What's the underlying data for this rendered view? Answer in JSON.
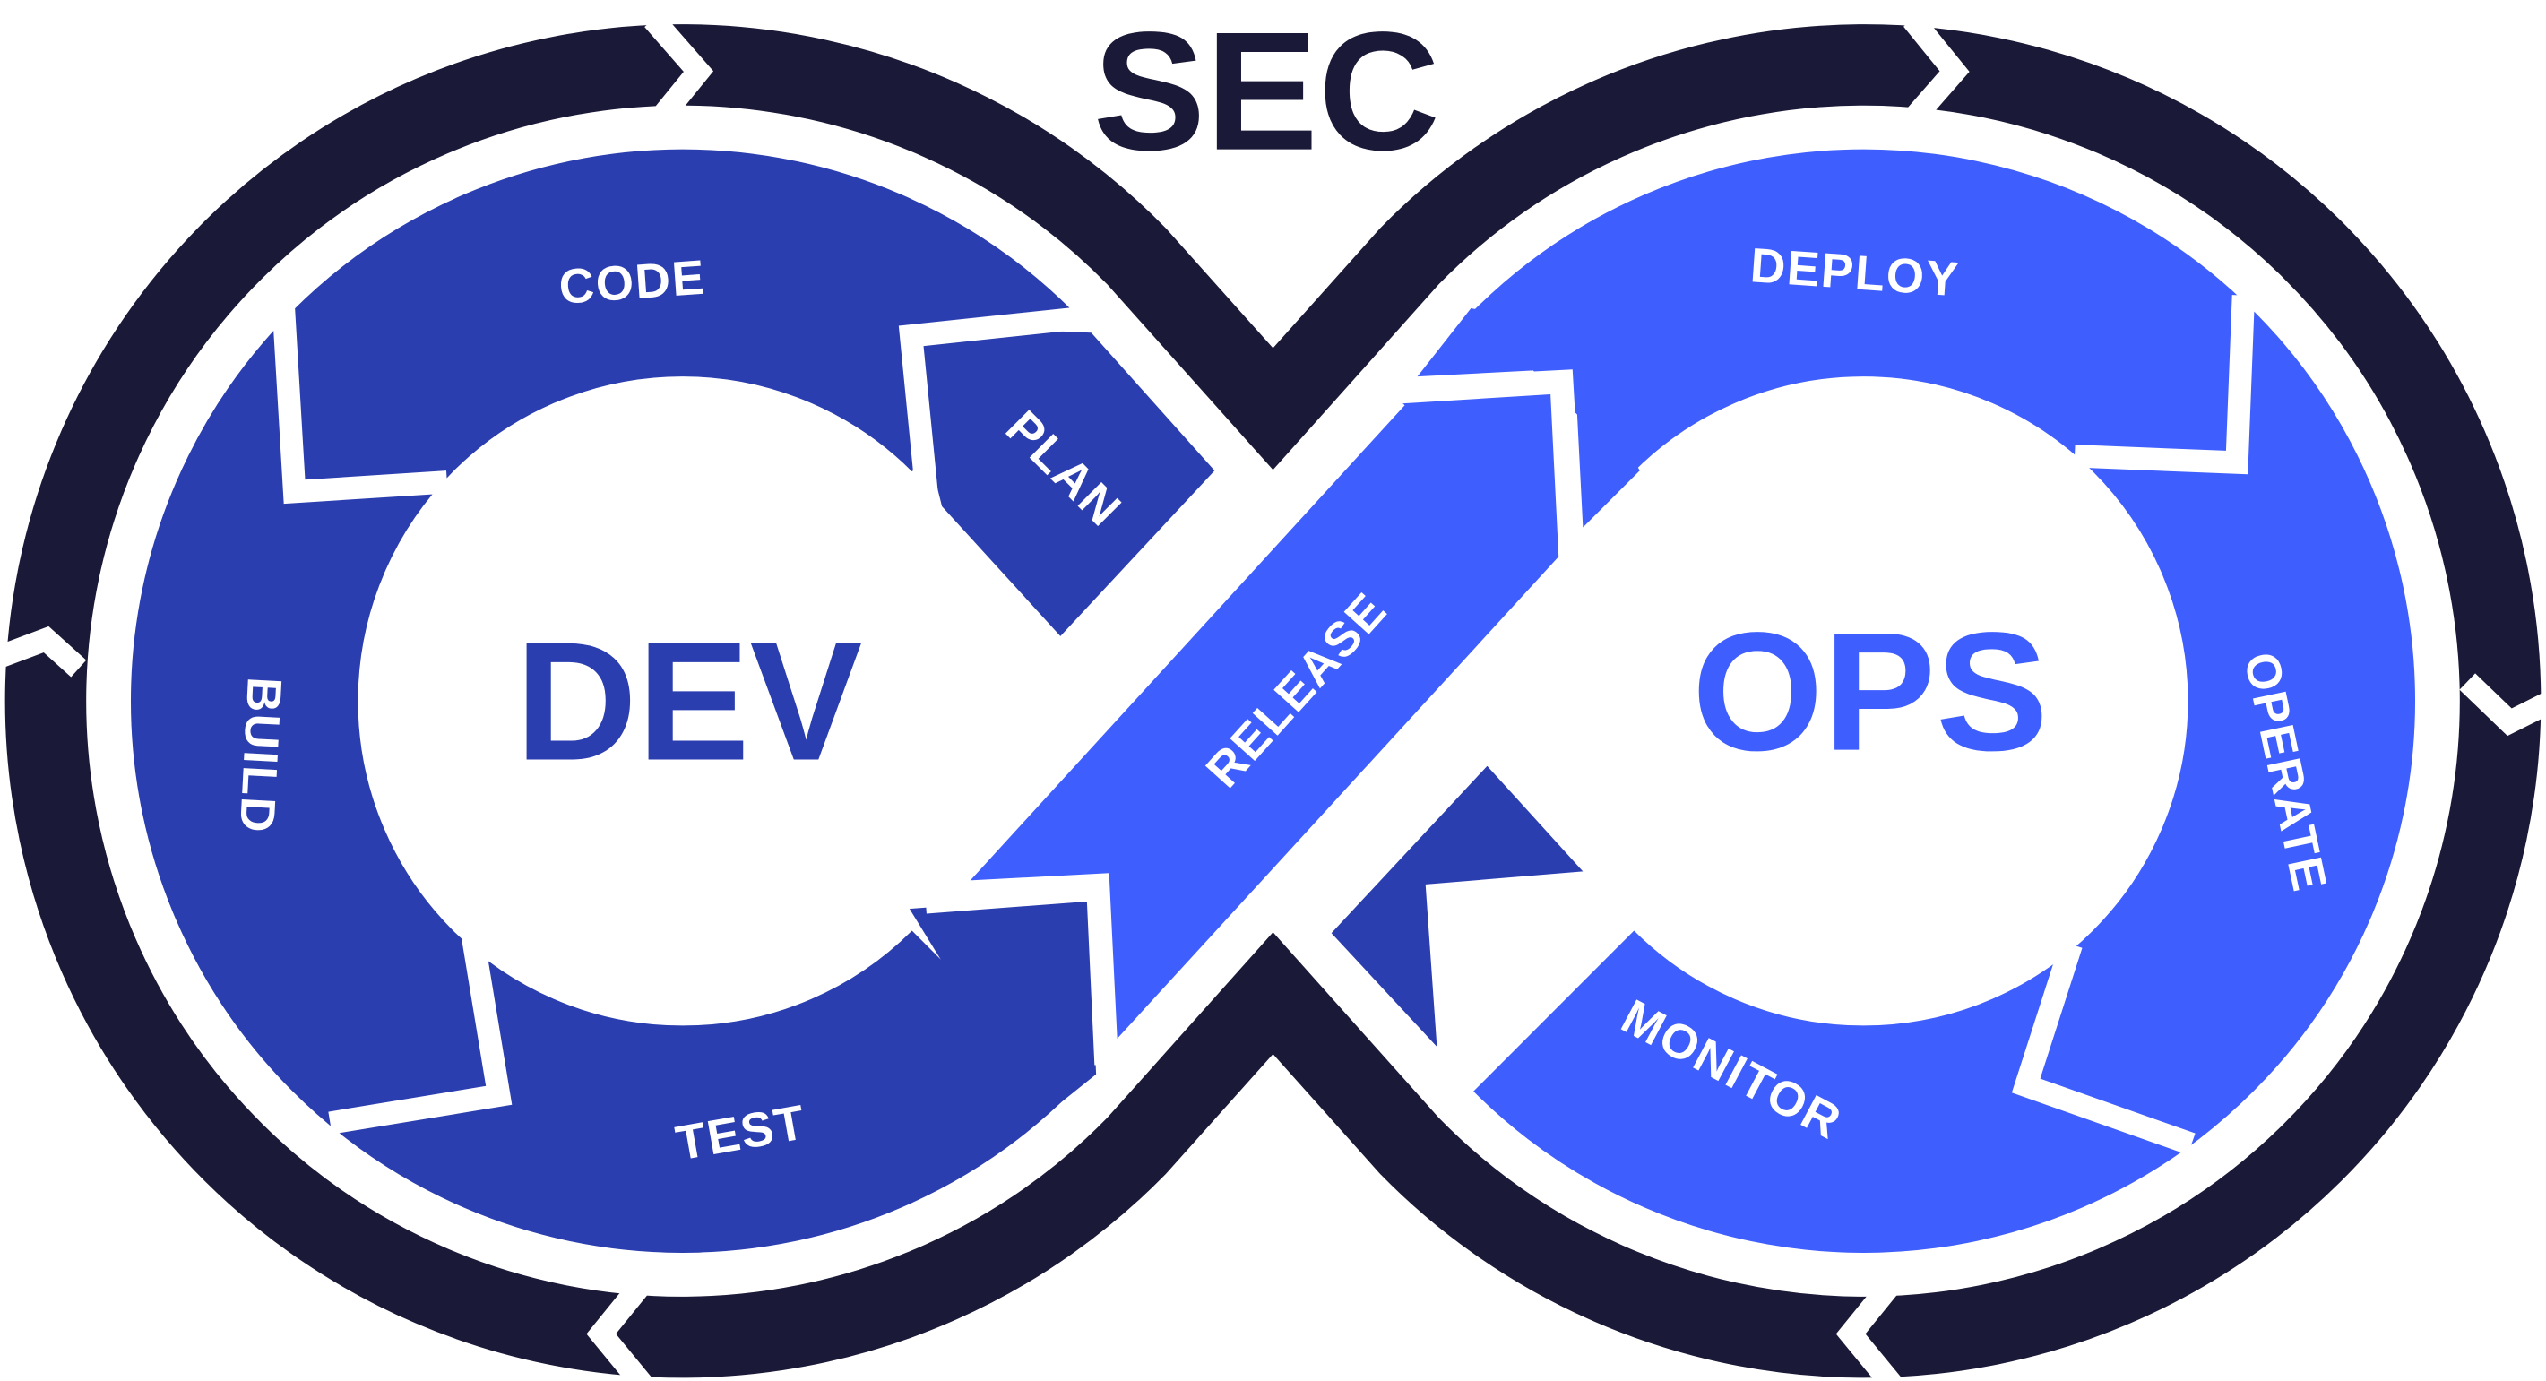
{
  "title": "SEC",
  "left_loop": {
    "title": "DEV",
    "stages": [
      "CODE",
      "BUILD",
      "TEST",
      "PLAN"
    ]
  },
  "center": {
    "stage": "RELEASE"
  },
  "right_loop": {
    "title": "OPS",
    "stages": [
      "DEPLOY",
      "OPERATE",
      "MONITOR"
    ]
  },
  "colors": {
    "outer_ring": "#1a1a38",
    "dev": "#2b3eb0",
    "ops": "#3f5efe",
    "text": "#ffffff"
  }
}
